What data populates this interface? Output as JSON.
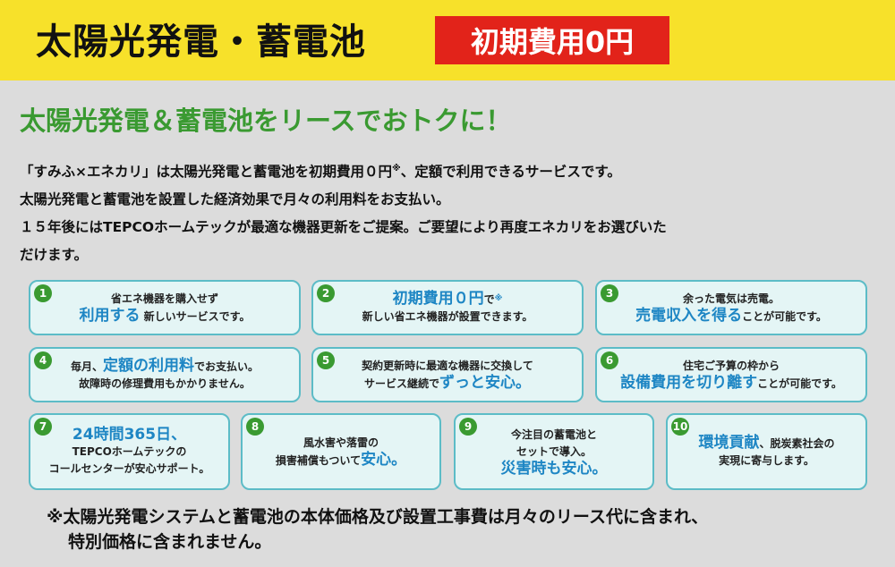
{
  "header": {
    "title": "太陽光発電・蓄電池",
    "badge": "初期費用0円"
  },
  "headline": "太陽光発電＆蓄電池をリースでおトクに！",
  "description": {
    "line1_pre": "「すみふ×エネカリ」は太陽光発電と蓄電池を初期費用０円",
    "line1_mark": "※",
    "line1_post": "、定額で利用できるサービスです。",
    "line2": "太陽光発電と蓄電池を設置した経済効果で月々の利用料をお支払い。",
    "line3": "１５年後にはTEPCOホームテックが最適な機器更新をご提案。ご要望により再度エネカリをお選びいた",
    "line4": "だけます。"
  },
  "benefits": [
    {
      "num": "1",
      "line1": "省エネ機器を購入せず",
      "big": "利用する",
      "tail": " 新しいサービスです。"
    },
    {
      "num": "2",
      "big": "初期費用０円",
      "mid": "で",
      "mark": "※",
      "line2": "新しい省エネ機器が設置できます。"
    },
    {
      "num": "3",
      "line1": "余った電気は売電。",
      "big": "売電収入を得る",
      "tail": "ことが可能です。"
    },
    {
      "num": "4",
      "pre": "毎月、",
      "big": "定額の利用料",
      "tail": "でお支払い。",
      "line2": "故障時の修理費用もかかりません。"
    },
    {
      "num": "5",
      "line1": "契約更新時に最適な機器に交換して",
      "pre": "サービス継続で",
      "big": "ずっと安心。"
    },
    {
      "num": "6",
      "line1": "住宅ご予算の枠から",
      "big": "設備費用を切り離す",
      "tail": "ことが可能です。"
    },
    {
      "num": "7",
      "big": "24時間365日、",
      "line2": "TEPCOホームテックの",
      "line3": "コールセンターが安心サポート。"
    },
    {
      "num": "8",
      "line1": "風水害や落雷の",
      "pre": "損害補償もついて",
      "big": "安心。"
    },
    {
      "num": "9",
      "line1": "今注目の蓄電池と",
      "line2": "セットで導入。",
      "big": "災害時も安心。"
    },
    {
      "num": "10",
      "big": "環境貢献",
      "tail": "、脱炭素社会の",
      "line2": "実現に寄与します。"
    }
  ],
  "footnote": {
    "line1": "※太陽光発電システムと蓄電池の本体価格及び設置工事費は月々のリース代に含まれ、",
    "line2": "特別価格に含まれません。"
  },
  "colors": {
    "header_bg": "#f7e12a",
    "badge_bg": "#e2231a",
    "headline": "#3a9a31",
    "card_border": "#5cbcc7",
    "card_bg": "#e4f5f5",
    "accent_text": "#1e86c4",
    "page_bg": "#dcdcdc"
  }
}
